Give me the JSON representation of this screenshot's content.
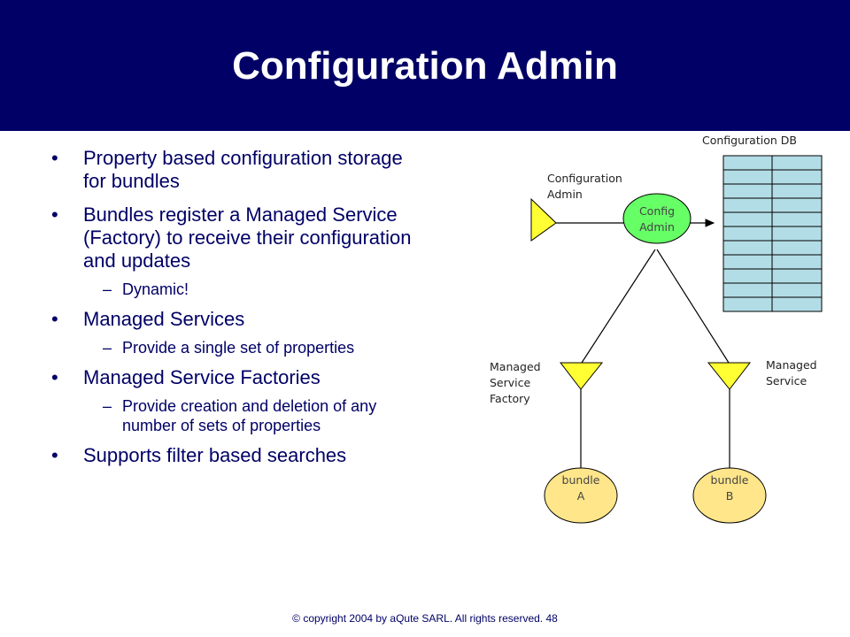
{
  "slide": {
    "title": "Configuration Admin",
    "bullets": [
      {
        "text": "Property based configuration storage for bundles",
        "sub": []
      },
      {
        "text": "Bundles register a Managed Service (Factory) to receive their configuration and updates",
        "sub": [
          "Dynamic!"
        ]
      },
      {
        "text": "Managed Services",
        "sub": [
          "Provide a single set of properties"
        ]
      },
      {
        "text": "Managed Service Factories",
        "sub": [
          "Provide creation and deletion of any number of sets of properties"
        ]
      },
      {
        "text": "Supports filter based searches",
        "sub": []
      }
    ],
    "bullet_glyph": "•",
    "dash_glyph": "–",
    "footer": "© copyright 2004 by aQute SARL. All rights reserved. 48"
  },
  "diagram": {
    "db_label": "Configuration DB",
    "config_admin_label": "Configuration\nAdmin",
    "config_node": "Config\nAdmin",
    "managed_service_factory_label": "Managed\nService\nFactory",
    "managed_service_label": "Managed\nService",
    "bundle_a": "bundle\nA",
    "bundle_b": "bundle\nB",
    "colors": {
      "header": "#000066",
      "text": "#000066",
      "green_node": "#66ff66",
      "bundle_fill": "#ffe68a",
      "triangle_fill": "#ffff33",
      "db_cell": "#b3dde6"
    }
  }
}
